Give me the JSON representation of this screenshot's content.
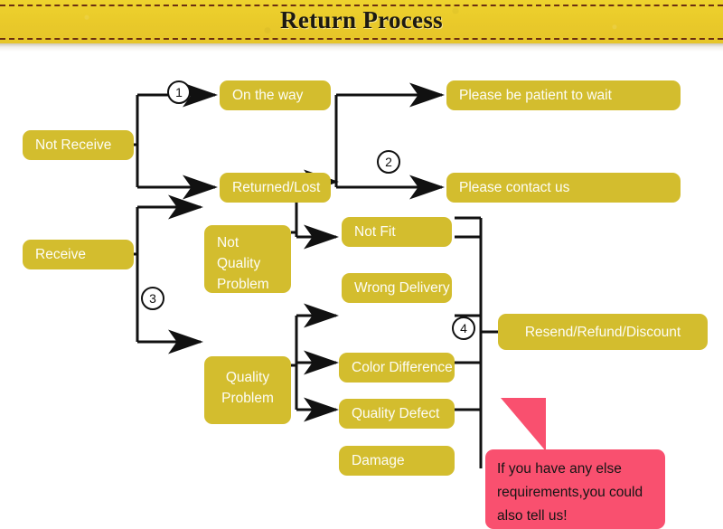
{
  "header": {
    "title": "Return Process",
    "banner_color": "#edcf2c",
    "dash_color": "#6b2f12"
  },
  "theme": {
    "node_color": "#d3bd2e",
    "node_text_color": "#fdfdf6",
    "line_color": "#111111",
    "callout_color": "#f9506f"
  },
  "flow": {
    "nodes": {
      "not_receive": "Not Receive",
      "on_the_way": "On the way",
      "returned_lost": "Returned/Lost",
      "please_wait": "Please be patient to wait",
      "please_contact": "Please contact us",
      "receive": "Receive",
      "not_quality_problem": "Not\nQuality\nProblem",
      "quality_problem": "Quality\nProblem",
      "not_fit": "Not Fit",
      "wrong_delivery": "Wrong Delivery",
      "color_difference": "Color Difference",
      "quality_defect": "Quality Defect",
      "damage": "Damage",
      "resend_refund_discount": "Resend/Refund/Discount"
    },
    "steps": {
      "one": "1",
      "two": "2",
      "three": "3",
      "four": "4"
    },
    "callout": "If you have any else requirements,you could also tell us!"
  }
}
